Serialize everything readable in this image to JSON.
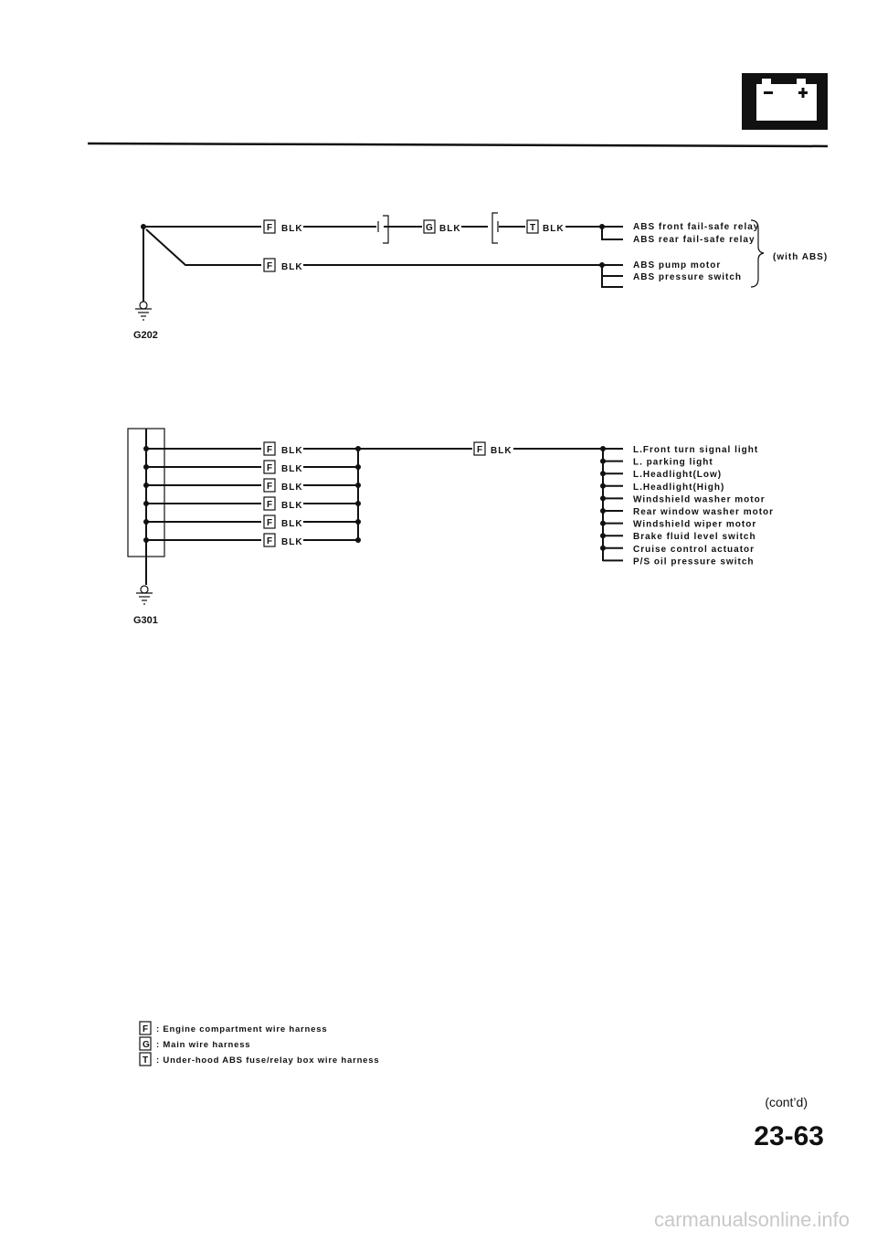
{
  "header": {
    "icon": "battery-icon"
  },
  "ground1": {
    "name": "G202",
    "wire1": {
      "conn": "F",
      "color": "BLK"
    },
    "wire1b": {
      "conn": "G",
      "color": "BLK"
    },
    "wire1c": {
      "conn": "T",
      "color": "BLK"
    },
    "wire2": {
      "conn": "F",
      "color": "BLK"
    },
    "loads": [
      "ABS front fail-safe relay",
      "ABS rear fail-safe relay",
      "ABS pump motor",
      "ABS pressure switch"
    ],
    "bracket_note": "(with ABS)"
  },
  "ground2": {
    "name": "G301",
    "wires": [
      {
        "conn": "F",
        "color": "BLK"
      },
      {
        "conn": "F",
        "color": "BLK"
      },
      {
        "conn": "F",
        "color": "BLK"
      },
      {
        "conn": "F",
        "color": "BLK"
      },
      {
        "conn": "F",
        "color": "BLK"
      },
      {
        "conn": "F",
        "color": "BLK"
      }
    ],
    "trunk": {
      "conn": "F",
      "color": "BLK"
    },
    "loads": [
      "L.Front turn signal light",
      "L. parking light",
      "L.Headlight(Low)",
      "L.Headlight(High)",
      "Windshield washer motor",
      "Rear window washer motor",
      "Windshield wiper motor",
      "Brake fluid level switch",
      "Cruise control actuator",
      "P/S oil pressure switch"
    ]
  },
  "legend": [
    {
      "code": "F",
      "text": ": Engine compartment wire harness"
    },
    {
      "code": "G",
      "text": ": Main wire harness"
    },
    {
      "code": "T",
      "text": ": Under-hood ABS fuse/relay box wire harness"
    }
  ],
  "footer": {
    "contd": "(cont’d)",
    "page": "23-63",
    "watermark": "carmanualsonline.info"
  }
}
